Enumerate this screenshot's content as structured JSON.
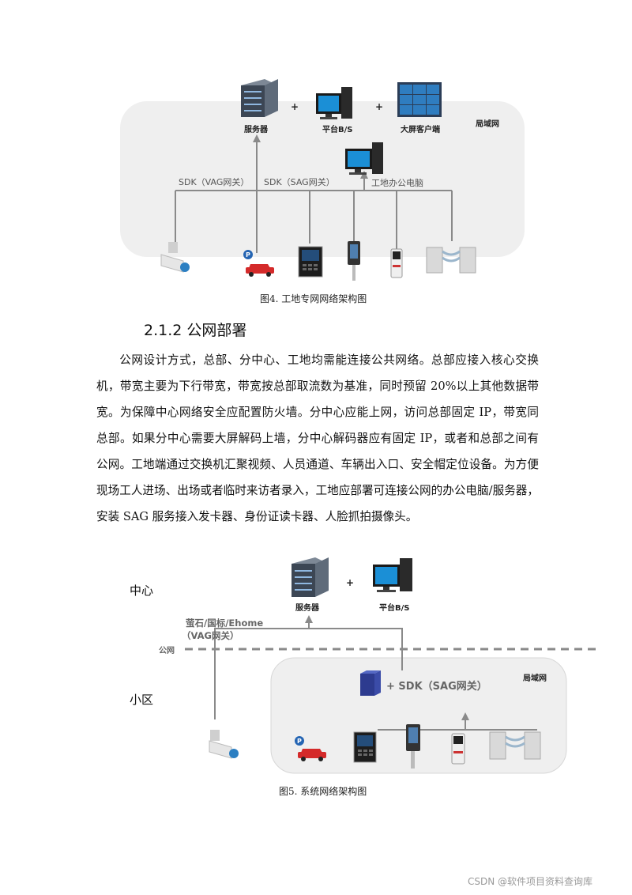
{
  "figure4": {
    "labels": {
      "server": "服务器",
      "plus": "+",
      "platform": "平台B/S",
      "bigscreen": "大屏客户端",
      "lan": "局域网",
      "sdk_vag": "SDK（VAG网关）",
      "sdk_sag": "SDK（SAG网关）",
      "site_pc": "工地办公电脑"
    },
    "caption": "图4. 工地专网网络架构图"
  },
  "section": {
    "heading": "2.1.2 公网部署",
    "paragraph": "公网设计方式，总部、分中心、工地均需能连接公共网络。总部应接入核心交换机，带宽主要为下行带宽，带宽按总部取流数为基准，同时预留 20%以上其他数据带宽。为保障中心网络安全应配置防火墙。分中心应能上网，访问总部固定 IP，带宽同总部。如果分中心需要大屏解码上墙，分中心解码器应有固定 IP，或者和总部之间有公网。工地端通过交换机汇聚视频、人员通道、车辆出入口、安全帽定位设备。为方便现场工人进场、出场或者临时来访者录入，工地应部署可连接公网的办公电脑/服务器，安装 SAG 服务接入发卡器、身份证读卡器、人脸抓拍摄像头。"
  },
  "figure5": {
    "labels": {
      "center": "中心",
      "server": "服务器",
      "plus": "+",
      "platform": "平台B/S",
      "protocol_line1": "萤石/国标/Ehome",
      "protocol_line2": "（VAG网关）",
      "public_net": "公网",
      "community": "小区",
      "sdk": "+ SDK（SAG网关）",
      "lan": "局域网"
    },
    "caption": "图5. 系统网络架构图"
  },
  "watermark": "CSDN @软件项目资料查询库"
}
